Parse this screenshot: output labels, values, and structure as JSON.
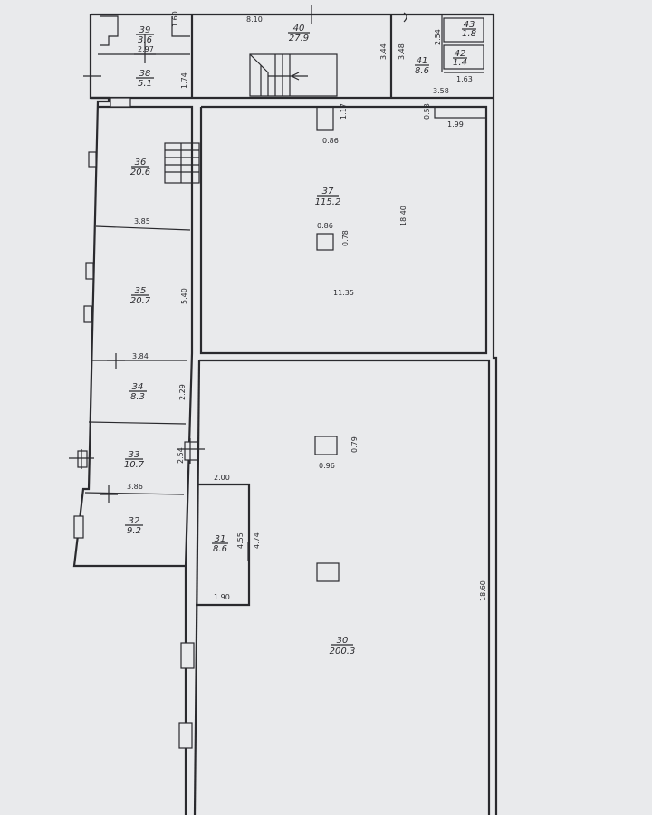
{
  "rooms": [
    {
      "id": "39",
      "number": "39",
      "area": "3.6"
    },
    {
      "id": "38",
      "number": "38",
      "area": "5.1"
    },
    {
      "id": "40",
      "number": "40",
      "area": "27.9"
    },
    {
      "id": "43",
      "number": "43",
      "area": "1.8"
    },
    {
      "id": "42",
      "number": "42",
      "area": "1.4"
    },
    {
      "id": "41",
      "number": "41",
      "area": "8.6"
    },
    {
      "id": "36",
      "number": "36",
      "area": "20.6"
    },
    {
      "id": "37",
      "number": "37",
      "area": "115.2"
    },
    {
      "id": "35",
      "number": "35",
      "area": "20.7"
    },
    {
      "id": "34",
      "number": "34",
      "area": "8.3"
    },
    {
      "id": "33",
      "number": "33",
      "area": "10.7"
    },
    {
      "id": "32",
      "number": "32",
      "area": "9.2"
    },
    {
      "id": "31",
      "number": "31",
      "area": "8.6"
    },
    {
      "id": "30",
      "number": "30",
      "area": "200.3"
    }
  ],
  "dimensions": {
    "d_160": "1.60",
    "d_297": "2.97",
    "d_174": "1.74",
    "d_810": "8.10",
    "d_344": "3.44",
    "d_348": "3.48",
    "d_254a": "2.54",
    "d_163": "1.63",
    "d_358": "3.58",
    "d_117": "1.17",
    "d_053": "0.53",
    "d_199": "1.99",
    "d_086a": "0.86",
    "d_1840": "18.40",
    "d_086b": "0.86",
    "d_078": "0.78",
    "d_385": "3.85",
    "d_540": "5.40",
    "d_1135": "11.35",
    "d_384": "3.84",
    "d_229": "2.29",
    "d_079": "0.79",
    "d_096": "0.96",
    "d_254b": "2.54",
    "d_200": "2.00",
    "d_386": "3.86",
    "d_455": "4.55",
    "d_474": "4.74",
    "d_190": "1.90",
    "d_1860": "18.60"
  }
}
